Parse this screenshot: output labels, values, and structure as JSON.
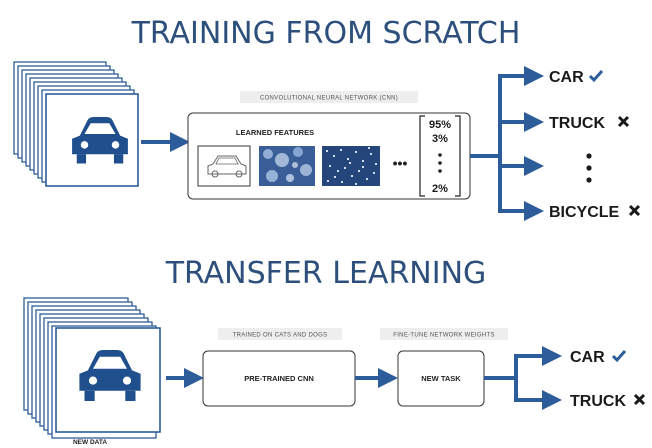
{
  "top": {
    "title": "TRAINING FROM SCRATCH",
    "cnn_label": "CONVOLUTIONAL NEURAL NETWORK (CNN)",
    "features_label": "LEARNED FEATURES",
    "ellipsis": "•••",
    "probabilities": [
      "95%",
      "3%",
      "2%"
    ],
    "outputs": [
      {
        "label": "CAR",
        "mark": "check"
      },
      {
        "label": "TRUCK",
        "mark": "cross"
      },
      {
        "label": "BICYCLE",
        "mark": "cross"
      }
    ]
  },
  "bottom": {
    "title": "TRANSFER LEARNING",
    "pretrained_caption": "TRAINED ON CATS AND DOGS",
    "pretrained_box": "PRE-TRAINED CNN",
    "finetune_caption": "FINE-TUNE NETWORK WEIGHTS",
    "task_box": "NEW TASK",
    "data_caption": "NEW DATA",
    "outputs": [
      {
        "label": "CAR",
        "mark": "check"
      },
      {
        "label": "TRUCK",
        "mark": "cross"
      }
    ]
  },
  "colors": {
    "accent": "#2c5d9a",
    "title": "#2c4f7c",
    "check": "#2c5d9a"
  }
}
